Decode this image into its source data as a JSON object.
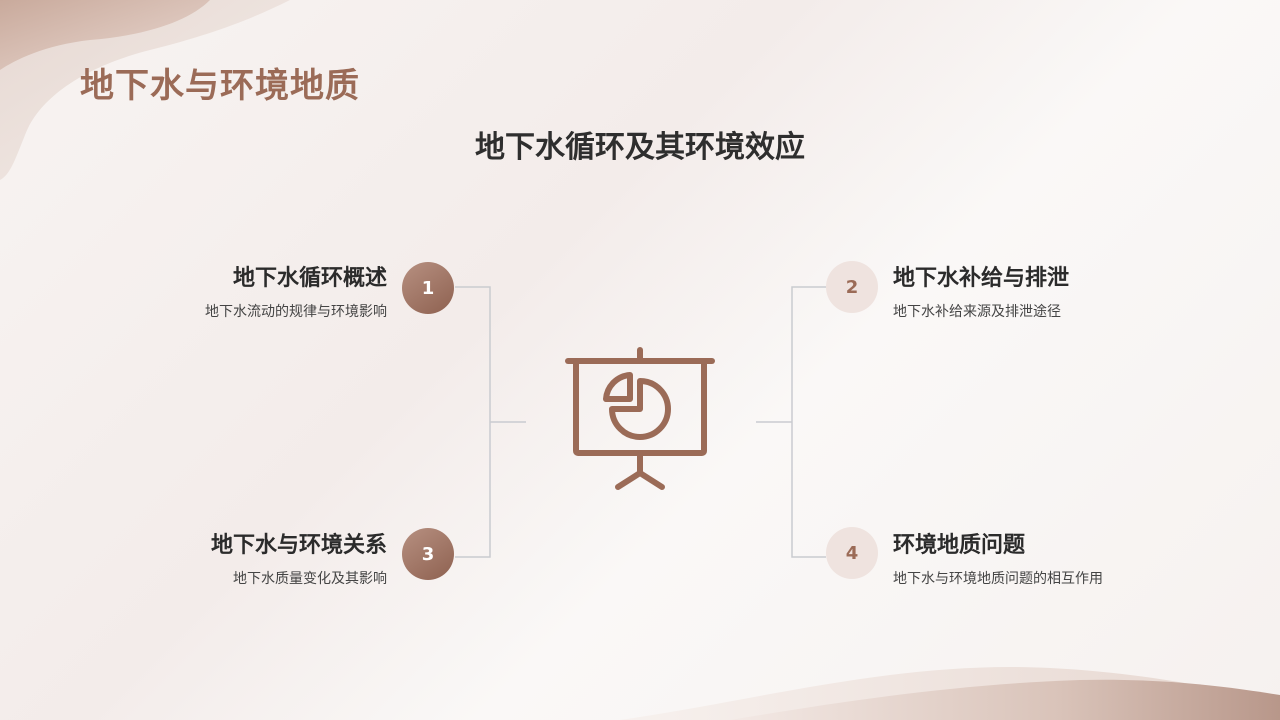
{
  "header": {
    "title": "地下水与环境地质"
  },
  "subtitle": "地下水循环及其环境效应",
  "icon": "presentation-board-pie-chart-icon",
  "colors": {
    "accent": "#9b6b57",
    "accent_dark": "#8e6150",
    "badge_light": "#efe3df",
    "line": "#c9cbd0"
  },
  "items": [
    {
      "number": "1",
      "title": "地下水循环概述",
      "desc": "地下水流动的规律与环境影响"
    },
    {
      "number": "2",
      "title": "地下水补给与排泄",
      "desc": "地下水补给来源及排泄途径"
    },
    {
      "number": "3",
      "title": "地下水与环境关系",
      "desc": "地下水质量变化及其影响"
    },
    {
      "number": "4",
      "title": "环境地质问题",
      "desc": "地下水与环境地质问题的相互作用"
    }
  ]
}
